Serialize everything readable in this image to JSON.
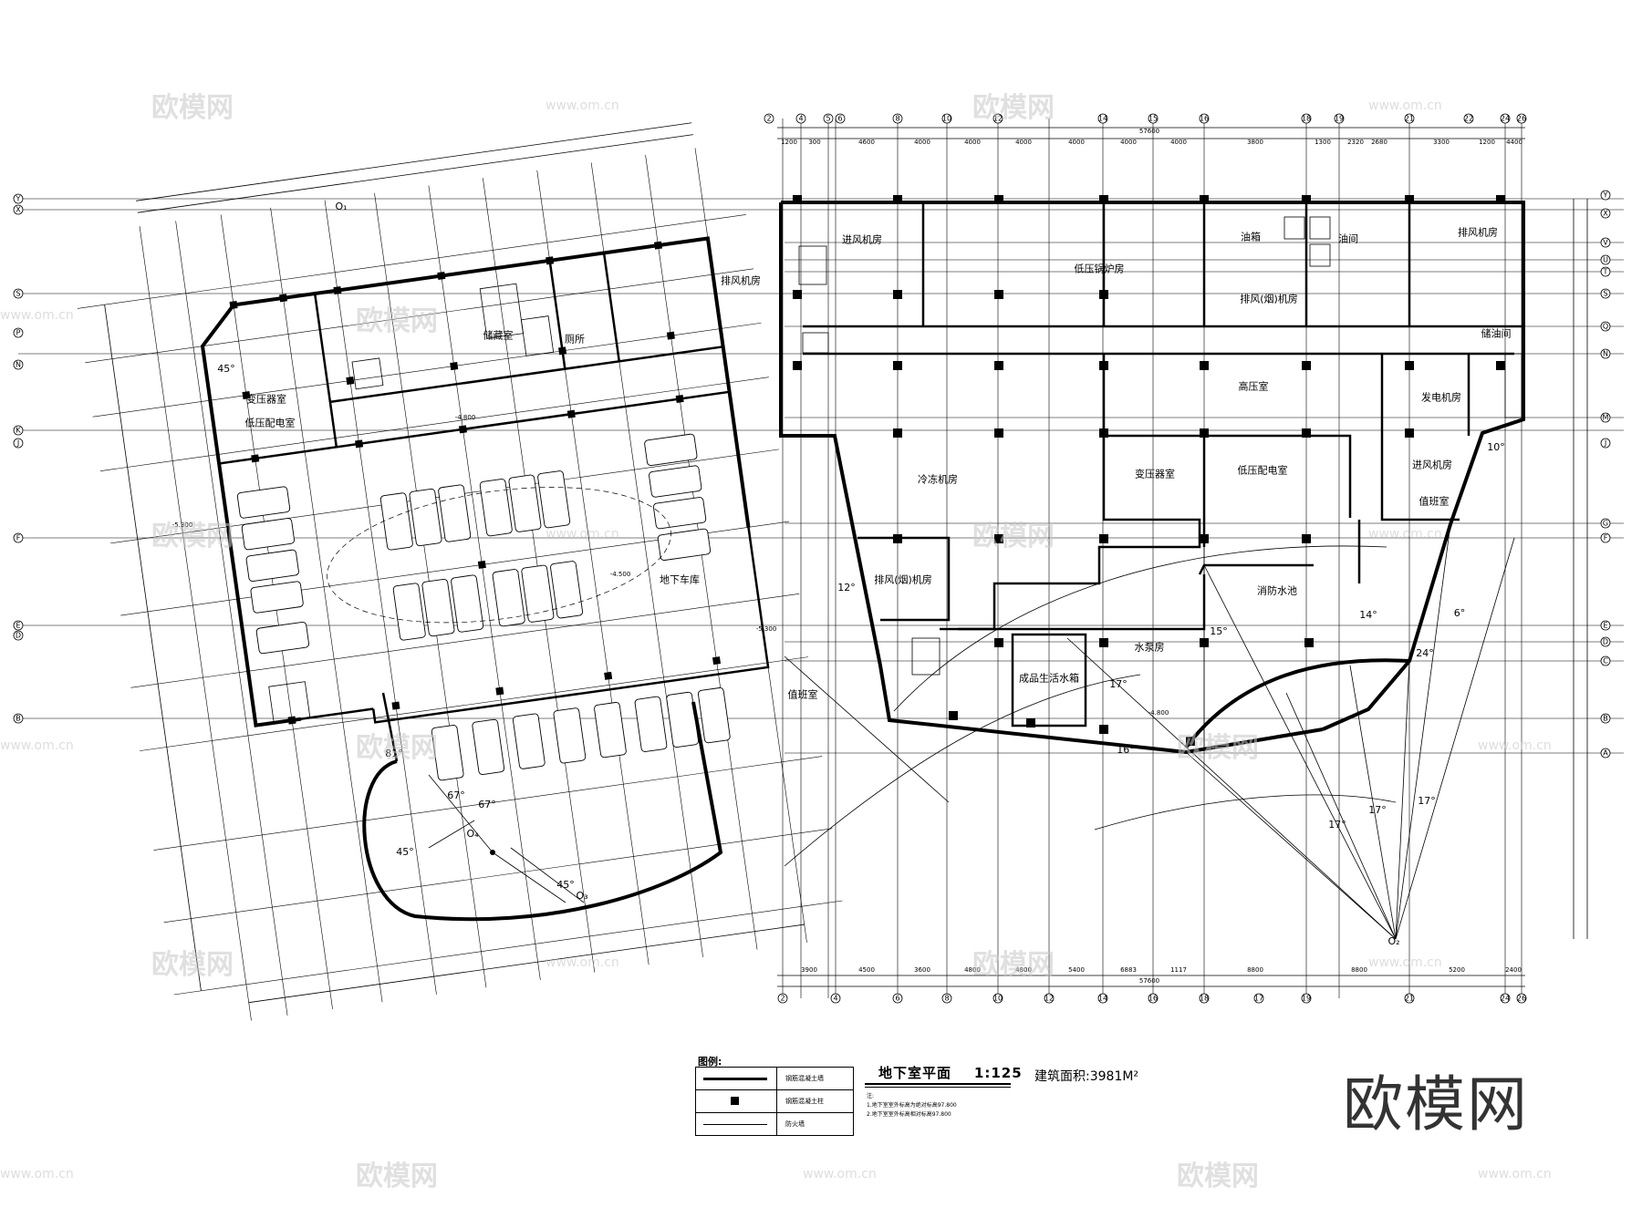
{
  "drawing": {
    "title": "地下室平面",
    "scale": "1:125",
    "area_label": "建筑面积:3981M²",
    "notes": [
      "注:",
      "1.地下室室外标高为绝对标高97.800",
      "2.地下室室外标高相对标高97.800"
    ]
  },
  "legend": {
    "title": "图例:",
    "items": [
      {
        "label": "钢筋混凝土墙"
      },
      {
        "label": "钢筋混凝土柱"
      },
      {
        "label": "防火墙"
      }
    ]
  },
  "rooms": {
    "parking": "地下车库",
    "storage": "储藏室",
    "transformer_left": "变压器室",
    "lowvolt_left": "低压配电室",
    "exhaust_left": "排风机房",
    "toilet": "厕所",
    "intake_top": "进风机房",
    "boiler": "低压锅炉房",
    "oil_tank": "油箱",
    "oil_room": "油间",
    "exhaust_smoke": "排风(烟)机房",
    "exhaust_right": "排风机房",
    "oil_store": "储油间",
    "highvolt": "高压室",
    "generator": "发电机房",
    "chiller": "冷冻机房",
    "transformer_right": "变压器室",
    "lowvolt_right": "低压配电室",
    "intake_right": "进风机房",
    "control": "值班室",
    "exhaust_smoke2": "排风(烟)机房",
    "fire_pool": "消防水池",
    "pump": "水泵房",
    "water_tank": "成品生活水箱",
    "watch": "值班室"
  },
  "grid_labels": {
    "top": [
      "2",
      "4",
      "5",
      "6",
      "8",
      "10",
      "12",
      "14",
      "15",
      "16",
      "18",
      "19",
      "21",
      "22",
      "24",
      "26"
    ],
    "bottom": [
      "2",
      "4",
      "6",
      "8",
      "10",
      "12",
      "14",
      "16",
      "18",
      "17",
      "19",
      "21",
      "24",
      "26"
    ],
    "left": [
      "Y",
      "X",
      "S",
      "P",
      "N",
      "K",
      "J",
      "F",
      "E",
      "D",
      "B"
    ],
    "right": [
      "Y",
      "X",
      "V",
      "U",
      "T",
      "S",
      "Q",
      "N",
      "M",
      "J",
      "G",
      "F",
      "E",
      "D",
      "C",
      "B",
      "A"
    ]
  },
  "dimensions": {
    "top_total": "57600",
    "bottom_total": "57600",
    "top": [
      "1200",
      "300",
      "4600",
      "4000",
      "4000",
      "4000",
      "4000",
      "4000",
      "4000",
      "3800",
      "1300",
      "2320",
      "2680",
      "3300",
      "1200",
      "4400"
    ],
    "bottom": [
      "3900",
      "4500",
      "3600",
      "4800",
      "4800",
      "5400",
      "6883",
      "1117",
      "8800",
      "8800",
      "5200",
      "2400"
    ]
  },
  "angles": [
    "45°",
    "12°",
    "14°",
    "15°",
    "17°",
    "6°",
    "24°",
    "17°",
    "17°",
    "17°",
    "67°",
    "67°",
    "45°",
    "45°",
    "81°",
    "10°",
    "16°"
  ],
  "levels": [
    "-5.300",
    "-4.800",
    "-5.300",
    "-4.500",
    "-4.800"
  ],
  "points": [
    "O₁",
    "O₂",
    "O₃",
    "O₄"
  ],
  "watermark": {
    "text": "欧模网",
    "url": "www.om.cn"
  },
  "logo": "欧模网"
}
